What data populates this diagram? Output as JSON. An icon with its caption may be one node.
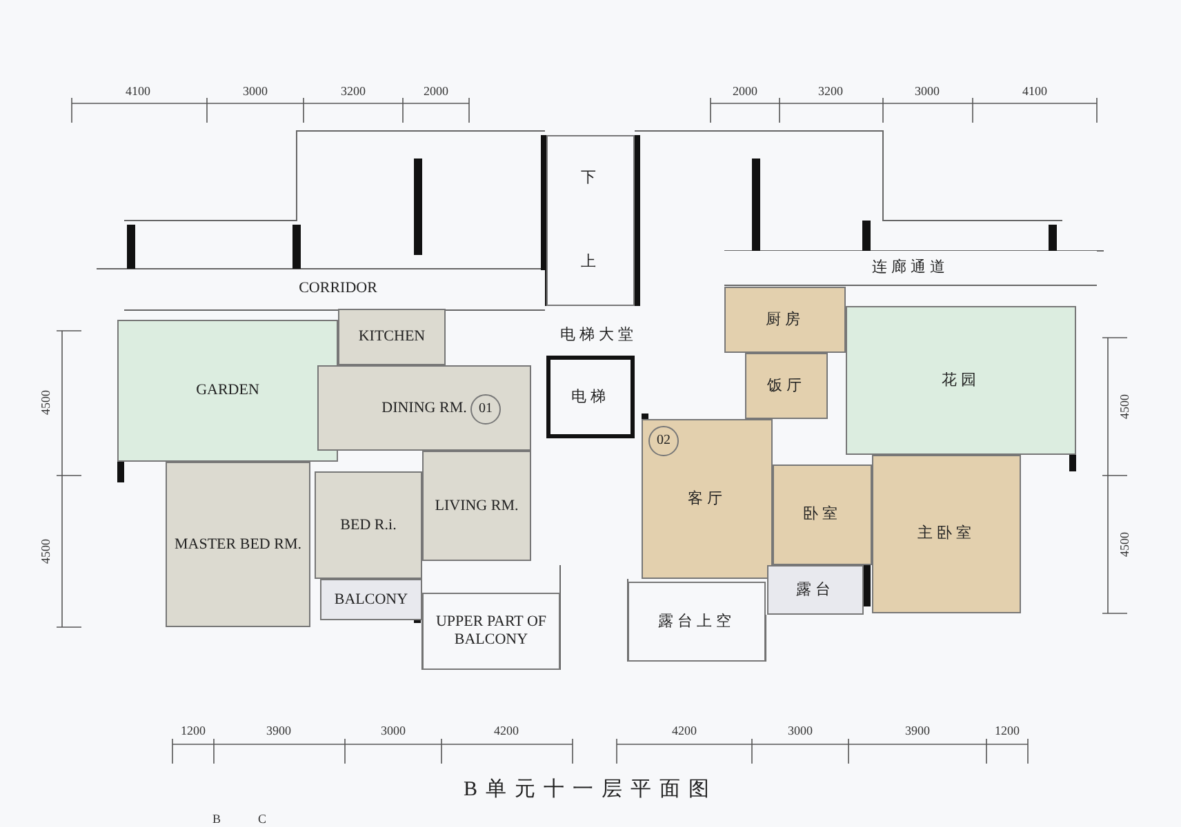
{
  "diagram": {
    "title": "B单元十一层平面图",
    "nodes": [
      {
        "text": [
          "CORRIDOR"
        ]
      },
      {
        "text": [
          "连廊通道"
        ]
      },
      {
        "text": [
          "电梯大堂"
        ]
      },
      {
        "text": [
          "电梯"
        ]
      },
      {
        "text": [
          "下",
          "上"
        ]
      },
      {
        "text": [
          "KITCHEN"
        ]
      },
      {
        "text": [
          "GARDEN"
        ]
      },
      {
        "text": [
          "DINING RM."
        ]
      },
      {
        "text": [
          "LIVING RM."
        ]
      },
      {
        "text": [
          "MASTER BED RM."
        ]
      },
      {
        "text": [
          "BED R.i."
        ]
      },
      {
        "text": [
          "BALCONY"
        ]
      },
      {
        "text": [
          "UPPER PART OF BALCONY"
        ]
      },
      {
        "text": [
          "01"
        ],
        "in": 7
      },
      {
        "text": [
          "厨房"
        ]
      },
      {
        "text": [
          "饭厅"
        ]
      },
      {
        "text": [
          "花园"
        ]
      },
      {
        "text": [
          "02"
        ],
        "in": 18
      },
      {
        "text": [
          "客厅"
        ]
      },
      {
        "text": [
          "卧室"
        ]
      },
      {
        "text": [
          "主卧室"
        ]
      },
      {
        "text": [
          "露台上空"
        ]
      },
      {
        "text": [
          "露台"
        ]
      }
    ],
    "labels": [
      "4100",
      "3000",
      "3200",
      "2000",
      "2000",
      "3200",
      "3000",
      "4100",
      "4500",
      "4500",
      "4500",
      "4500",
      "1200",
      "3900",
      "3000",
      "4200",
      "4200",
      "3000",
      "3900",
      "1200",
      "B",
      "C"
    ]
  }
}
